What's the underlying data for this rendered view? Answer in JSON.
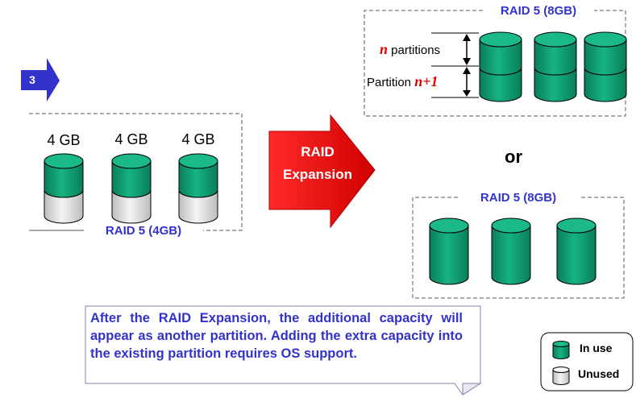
{
  "step_badge": {
    "number": "3"
  },
  "before": {
    "disk_labels": [
      "4 GB",
      "4 GB",
      "4 GB"
    ],
    "group_label": "RAID 5 (4GB)",
    "used_fraction": 0.5
  },
  "arrow": {
    "line1": "RAID",
    "line2": "Expansion"
  },
  "option_a": {
    "group_label": "RAID 5 (8GB)",
    "n_label_var": "n",
    "n_label_text": " partitions",
    "p_label_text": "Partition ",
    "p_label_var": "n+1"
  },
  "or_text": "or",
  "option_b": {
    "group_label": "RAID 5 (8GB)"
  },
  "note": {
    "text": "After the RAID Expansion, the additional capacity will appear as another partition. Adding the extra capacity into the existing partition requires OS support."
  },
  "legend": {
    "in_use": "In use",
    "unused": "Unused"
  },
  "colors": {
    "in_use": "#0f9e74",
    "in_use_top": "#1bb88a",
    "unused": "#e6e6e6",
    "arrow": "#ff0000",
    "label": "#3333cc"
  }
}
